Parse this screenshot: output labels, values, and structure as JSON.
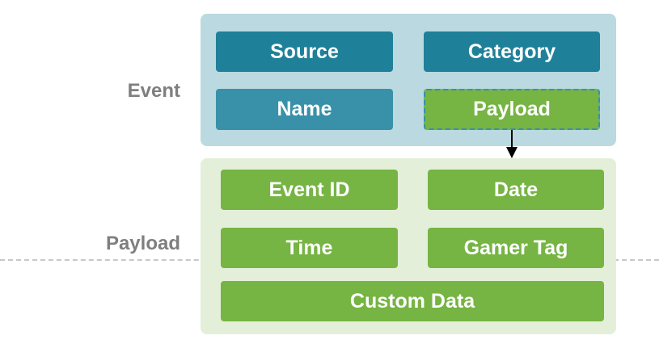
{
  "labels": {
    "event": "Event",
    "payload": "Payload"
  },
  "event_fields": {
    "source": "Source",
    "category": "Category",
    "name": "Name",
    "payload": "Payload"
  },
  "payload_fields": {
    "event_id": "Event ID",
    "date": "Date",
    "time": "Time",
    "gamer_tag": "Gamer Tag",
    "custom_data": "Custom Data"
  },
  "colors": {
    "event_panel": "#bbd9e1",
    "payload_panel": "#e4efd9",
    "event_field_dark": "#1f8099",
    "event_field_light": "#3891a8",
    "payload_field": "#76b443",
    "label_text": "#7f7f7f"
  }
}
